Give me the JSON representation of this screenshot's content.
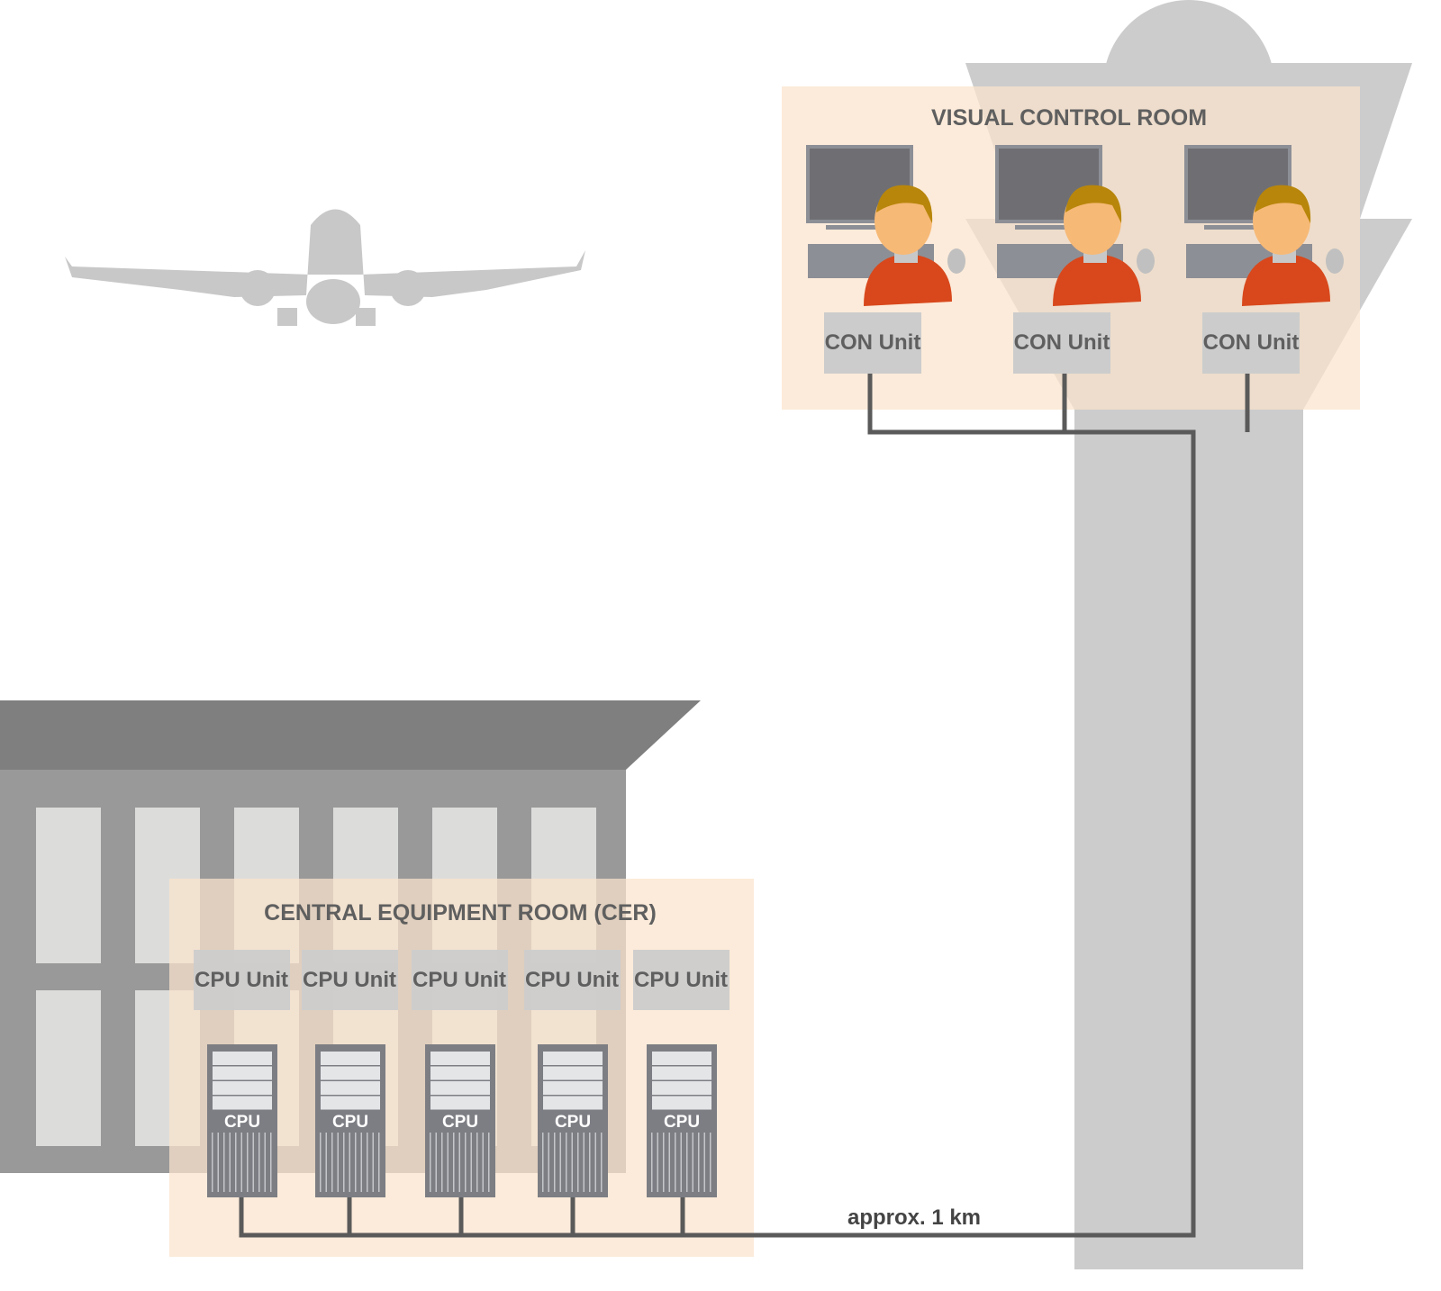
{
  "vcr": {
    "title": "VISUAL CONTROL ROOM",
    "units": [
      "CON Unit",
      "CON Unit",
      "CON Unit"
    ]
  },
  "cer": {
    "title": "CENTRAL EQUIPMENT ROOM (CER)",
    "units": [
      "CPU Unit",
      "CPU Unit",
      "CPU Unit",
      "CPU Unit",
      "CPU Unit"
    ],
    "tower_label": "CPU"
  },
  "link": {
    "distance": "approx. 1 km"
  },
  "colors": {
    "room": "#fbe3cc",
    "gray": "#cccccc",
    "line": "#5a5a5a",
    "building": "#999999",
    "roof": "#7f7f7f"
  }
}
